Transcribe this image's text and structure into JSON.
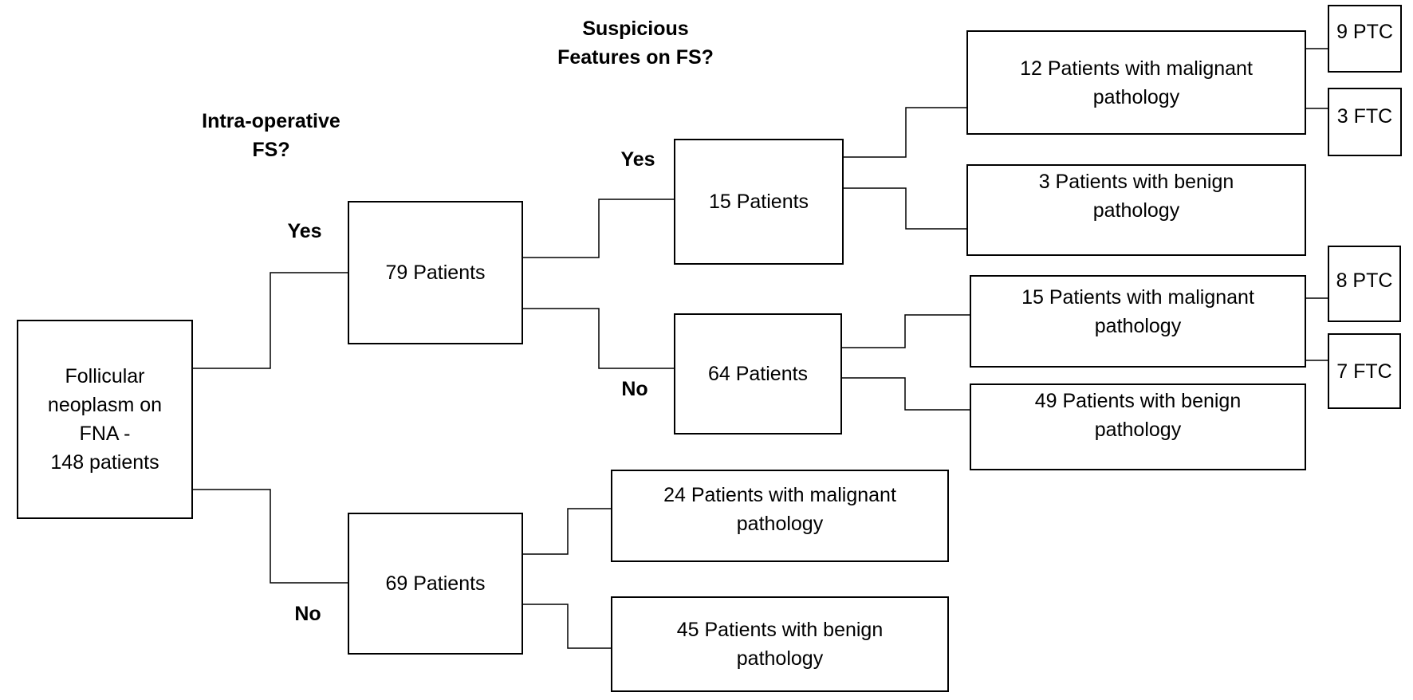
{
  "headings": {
    "intraoperative_fs": "Intra-operative\nFS?",
    "suspicious_features": "Suspicious\nFeatures on FS?"
  },
  "branch_labels": {
    "fs_yes": "Yes",
    "fs_no": "No",
    "suspicious_yes": "Yes",
    "suspicious_no": "No"
  },
  "nodes": {
    "root": "Follicular\nneoplasm on\nFNA -\n148 patients",
    "fs_patients": "79 Patients",
    "no_fs_patients": "69 Patients",
    "suspicious_patients": "15 Patients",
    "not_suspicious_patients": "64 Patients",
    "suspicious_malignant": "12 Patients with malignant\npathology",
    "suspicious_benign": "3 Patients with benign\npathology",
    "not_suspicious_malignant": "15 Patients with malignant\npathology",
    "not_suspicious_benign": "49 Patients with benign\npathology",
    "no_fs_malignant": "24 Patients with malignant\npathology",
    "no_fs_benign": "45 Patients with benign\npathology",
    "suspicious_ptc": "9 PTC",
    "suspicious_ftc": "3 FTC",
    "not_suspicious_ptc": "8 PTC",
    "not_suspicious_ftc": "7 FTC"
  }
}
